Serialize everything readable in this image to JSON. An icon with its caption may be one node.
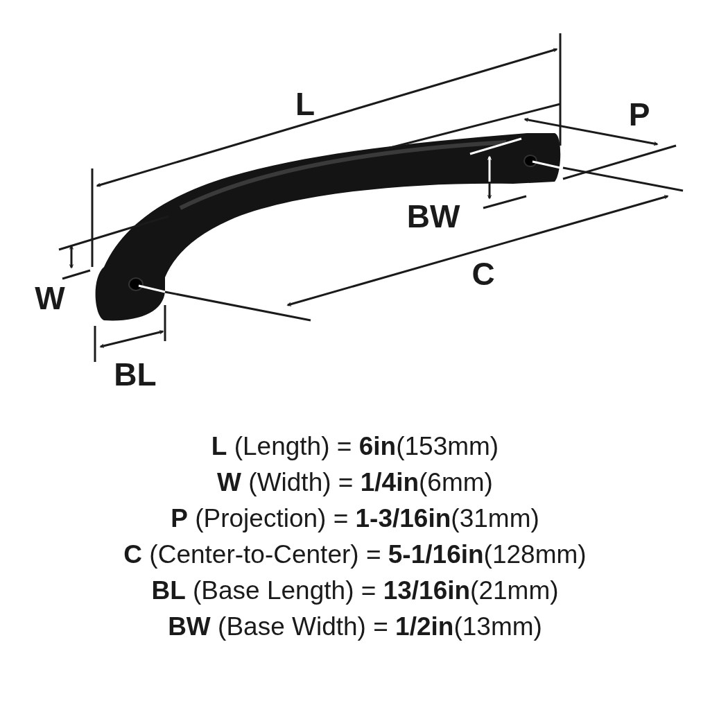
{
  "diagram": {
    "labels": [
      "L",
      "P",
      "BW",
      "C",
      "W",
      "BL",
      "**L** (Length) = **6in**(153mm)",
      "**W** (Width) = **1/4in**(6mm)",
      "**P** (Projection) = **1-3/16in**(31mm)",
      "**C** (Center-to-Center) = **5-1/16in**(128mm)",
      "**BL** (Base Length) = **13/16in**(21mm)",
      "**BW** (Base Width) = **1/2in**(13mm)"
    ]
  }
}
